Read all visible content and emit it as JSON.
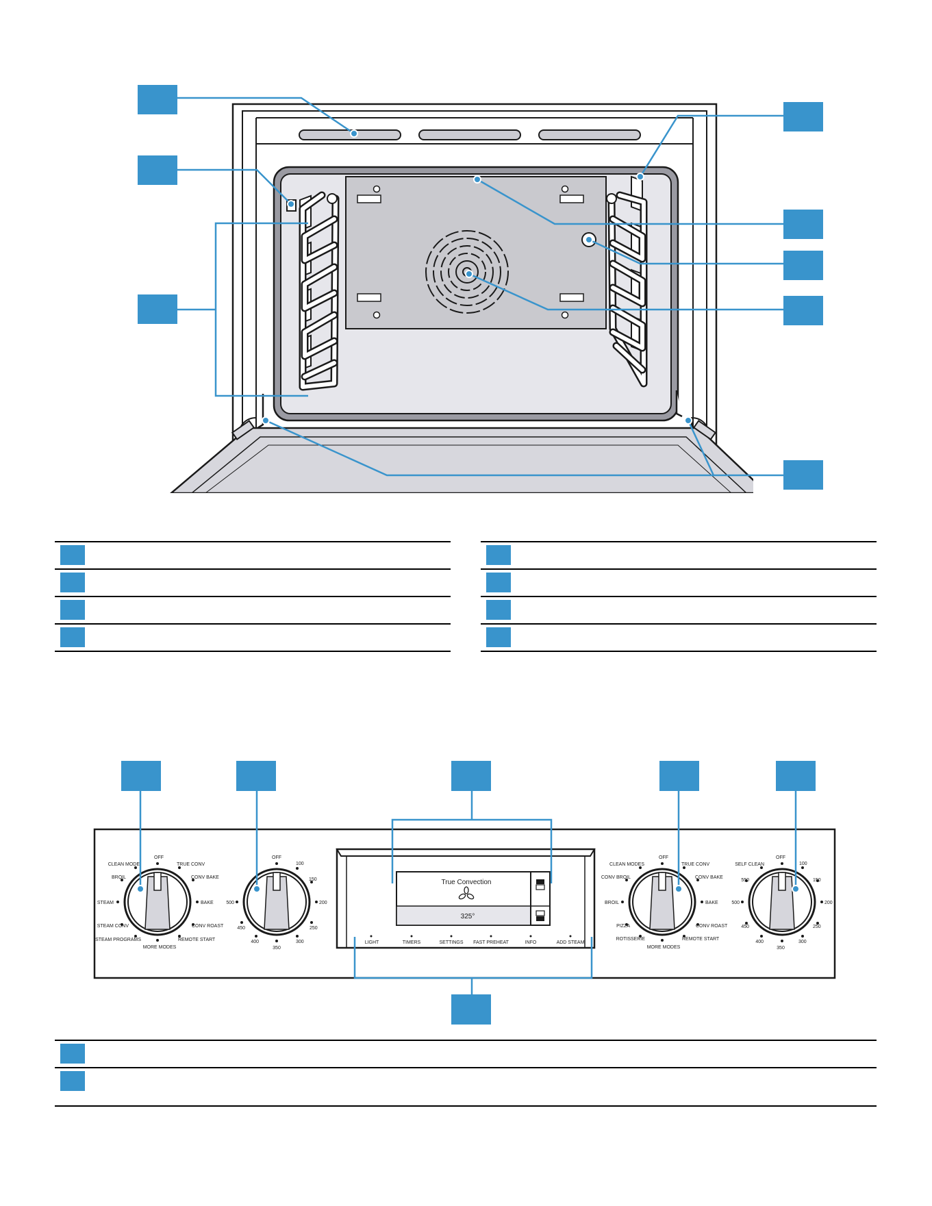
{
  "colors": {
    "callout": "#3994cc",
    "outline": "#1a1a1a",
    "cavity_fill": "#e3e3e8",
    "back_panel": "#c9c9ce",
    "door_fill": "#d7d7dd",
    "panel_fill": "#ffffff"
  },
  "icons": {
    "callout": "blue-square-badge",
    "fan": "convection-fan-icon",
    "temperature_probe": "probe-socket-icon"
  },
  "control_panel": {
    "left_mode_knob": {
      "labels": {
        "off": "OFF",
        "true_conv": "TRUE CONV",
        "conv_bake": "CONV BAKE",
        "bake": "BAKE",
        "conv_roast": "CONV ROAST",
        "remote_start": "REMOTE START",
        "more_modes": "MORE MODES",
        "steam_programs": "STEAM PROGRAMS",
        "steam_conv": "STEAM CONV",
        "steam": "STEAM",
        "broil": "BROIL",
        "clean_mode": "CLEAN MODE"
      }
    },
    "left_temp_knob": {
      "labels": {
        "off": "OFF",
        "t100": "100",
        "t150": "150",
        "t200": "200",
        "t250": "250",
        "t300": "300",
        "t350": "350",
        "t400": "400",
        "t450": "450",
        "t500": "500"
      }
    },
    "display": {
      "mode": "True Convection",
      "temperature": "325°"
    },
    "touch_keys": {
      "light": "LIGHT",
      "timers": "TIMERS",
      "settings": "SETTINGS",
      "fast_preheat": "FAST PREHEAT",
      "info": "INFO",
      "add_steam": "ADD STEAM"
    },
    "right_mode_knob": {
      "labels": {
        "off": "OFF",
        "true_conv": "TRUE CONV",
        "conv_bake": "CONV BAKE",
        "bake": "BAKE",
        "conv_roast": "CONV ROAST",
        "remote_start": "REMOTE START",
        "more_modes": "MORE MODES",
        "rotisserie": "ROTISSERIE",
        "pizza": "PIZZA",
        "broil": "BROIL",
        "conv_broil": "CONV BROIL",
        "clean_modes": "CLEAN MODES"
      }
    },
    "right_temp_knob": {
      "labels": {
        "off": "OFF",
        "t100": "100",
        "t150": "150",
        "t200": "200",
        "t250": "250",
        "t300": "300",
        "t350": "350",
        "t400": "400",
        "t450": "450",
        "t500": "500",
        "t550": "550",
        "self_clean": "SELF CLEAN"
      }
    }
  }
}
